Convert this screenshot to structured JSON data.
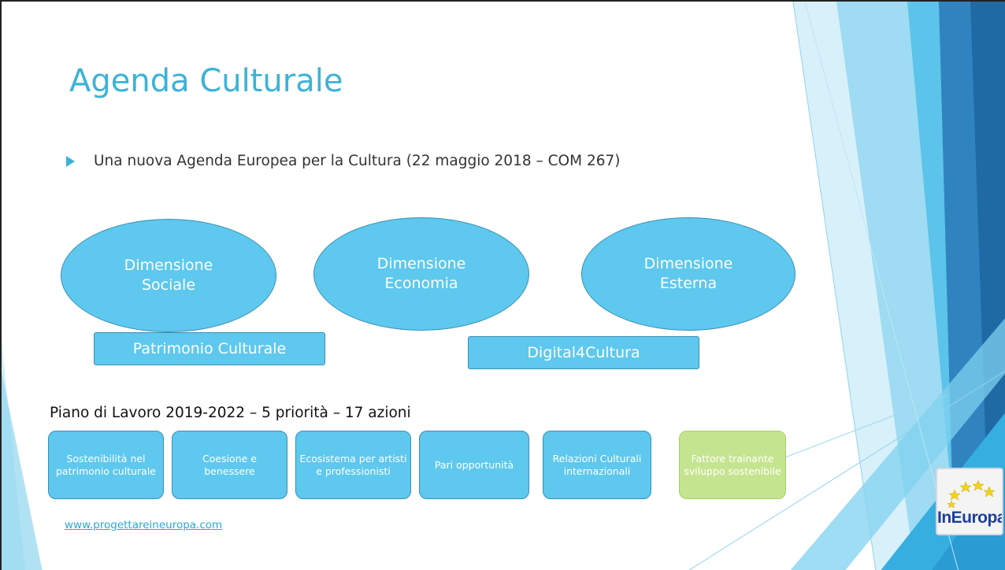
{
  "slide": {
    "title": "Agenda Culturale",
    "bullet": "Una nuova Agenda Europea per la Cultura (22 maggio 2018 – COM 267)",
    "dimensions": [
      {
        "label": "Dimensione Sociale"
      },
      {
        "label": "Dimensione Economia"
      },
      {
        "label": "Dimensione Esterna"
      }
    ],
    "bars": [
      {
        "label": "Patrimonio Culturale"
      },
      {
        "label": "Digital4Cultura"
      }
    ],
    "plan": "Piano di Lavoro 2019-2022 – 5 priorità – 17 azioni",
    "priorities": [
      {
        "label": "Sostenibilità nel patrimonio culturale"
      },
      {
        "label": "Coesione e benessere"
      },
      {
        "label": "Ecosistema per artisti e professionisti"
      },
      {
        "label": "Pari opportunità"
      },
      {
        "label": "Relazioni Culturali internazionali"
      },
      {
        "label": "Fattore trainante sviluppo sostenibile"
      }
    ],
    "link": "www.progettareineuropa.com",
    "logo": {
      "text": "InEuropa"
    }
  },
  "colors": {
    "accent": "#3bb3d9",
    "shape_fill": "#5ec8ee",
    "shape_border": "#3a8fb5",
    "green_fill": "#c5e48f",
    "logo_text": "#1c3f9a",
    "star": "#f2d21b"
  },
  "icons": {
    "bullet": "triangle-bullet-icon",
    "logo_stars": "star-icon"
  }
}
